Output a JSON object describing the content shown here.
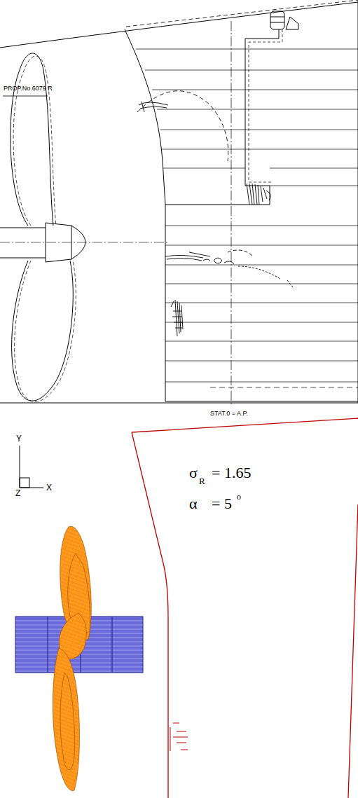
{
  "diagram": {
    "labels": [
      "PROP.No.6079 R",
      "STAT.0 = A.P.",
      "Y",
      "Z",
      "X",
      "σ",
      "R",
      "= 1.65",
      "α",
      "= 5",
      "o"
    ]
  }
}
